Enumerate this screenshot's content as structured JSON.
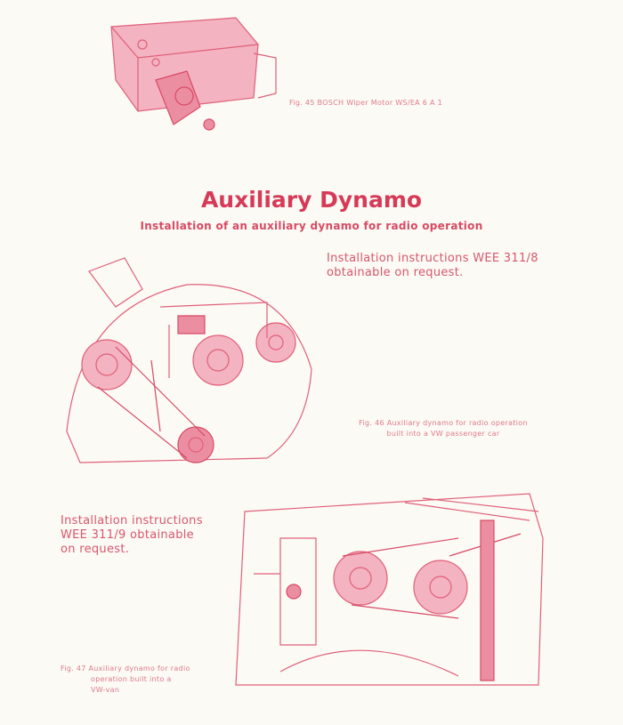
{
  "figures": [
    {
      "caption": "Fig. 45  BOSCH Wiper Motor WS/EA 6 A 1"
    },
    {
      "caption_line1": "Fig. 46  Auxiliary dynamo for radio operation",
      "caption_line2": "built into a VW passenger car"
    },
    {
      "caption_line1": "Fig. 47  Auxiliary dynamo for radio",
      "caption_line2": "operation built into a",
      "caption_line3": "VW-van"
    }
  ],
  "heading": {
    "title": "Auxiliary Dynamo",
    "subtitle": "Installation of an auxiliary dynamo for radio operation"
  },
  "instructions": [
    {
      "line1": "Installation instructions WEE 311/8",
      "line2": "obtainable on request."
    },
    {
      "line1": "Installation instructions",
      "line2": "WEE 311/9 obtainable",
      "line3": "on request."
    }
  ]
}
